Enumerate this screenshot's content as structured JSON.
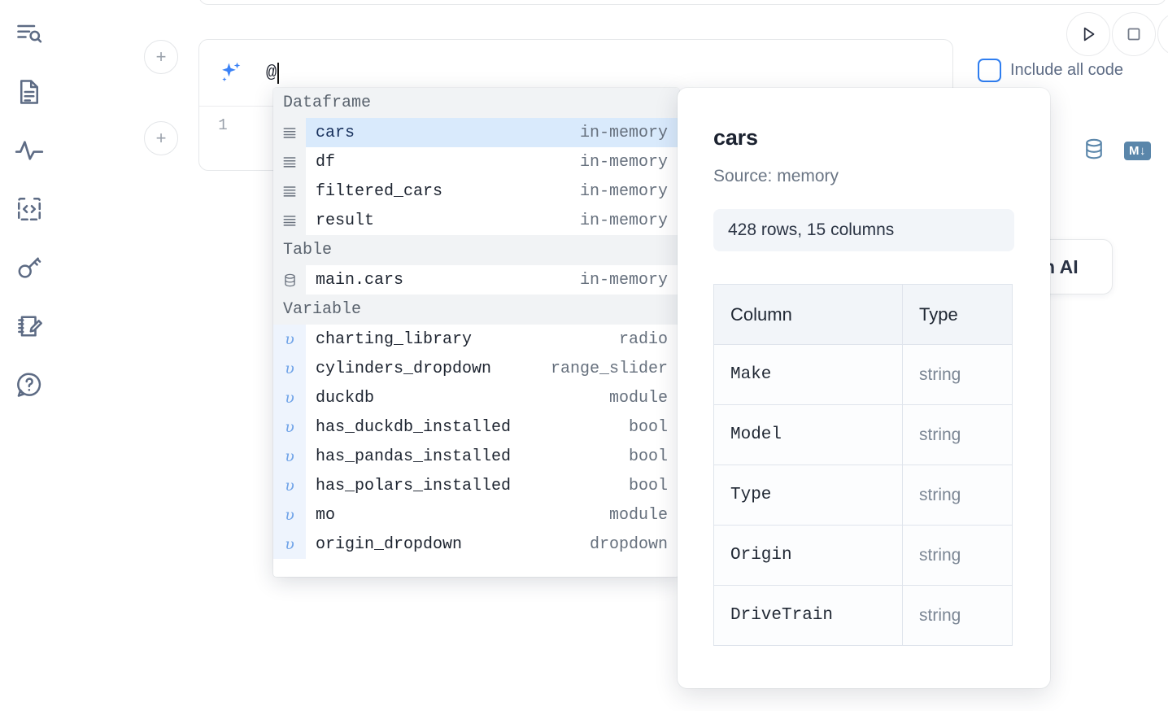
{
  "sidebar": {
    "items": [
      {
        "name": "outline-search-icon",
        "label": "Explore"
      },
      {
        "name": "file-text-icon",
        "label": "Notebook files"
      },
      {
        "name": "activity-icon",
        "label": "Activity"
      },
      {
        "name": "code-brackets-icon",
        "label": "Snippets"
      },
      {
        "name": "key-icon",
        "label": "Secrets"
      },
      {
        "name": "notebook-pencil-icon",
        "label": "Scratchpad"
      },
      {
        "name": "help-chat-icon",
        "label": "Help"
      }
    ]
  },
  "cell": {
    "add_button_label": "+",
    "ai_input_value": "@",
    "line_number": "1",
    "run_label": "Run",
    "stop_label": "Stop",
    "include_all_code_label": "Include all code",
    "include_all_code_checked": false,
    "markdown_badge": "M",
    "generate_ai_label": "h AI"
  },
  "autocomplete": {
    "groups": [
      {
        "label": "Dataframe",
        "icon": "dataframe-icon",
        "items": [
          {
            "name": "cars",
            "type": "in-memory",
            "selected": true
          },
          {
            "name": "df",
            "type": "in-memory",
            "selected": false
          },
          {
            "name": "filtered_cars",
            "type": "in-memory",
            "selected": false
          },
          {
            "name": "result",
            "type": "in-memory",
            "selected": false
          }
        ]
      },
      {
        "label": "Table",
        "icon": "database-icon",
        "items": [
          {
            "name": "main.cars",
            "type": "in-memory",
            "selected": false
          }
        ]
      },
      {
        "label": "Variable",
        "icon": "variable-icon",
        "items": [
          {
            "name": "charting_library",
            "type": "radio",
            "selected": false
          },
          {
            "name": "cylinders_dropdown",
            "type": "range_slider",
            "selected": false
          },
          {
            "name": "duckdb",
            "type": "module",
            "selected": false
          },
          {
            "name": "has_duckdb_installed",
            "type": "bool",
            "selected": false
          },
          {
            "name": "has_pandas_installed",
            "type": "bool",
            "selected": false
          },
          {
            "name": "has_polars_installed",
            "type": "bool",
            "selected": false
          },
          {
            "name": "mo",
            "type": "module",
            "selected": false
          },
          {
            "name": "origin_dropdown",
            "type": "dropdown",
            "selected": false
          }
        ]
      }
    ]
  },
  "detail": {
    "title": "cars",
    "source": "Source: memory",
    "shape": "428 rows, 15 columns",
    "headers": [
      "Column",
      "Type"
    ],
    "rows": [
      {
        "column": "Make",
        "type": "string"
      },
      {
        "column": "Model",
        "type": "string"
      },
      {
        "column": "Type",
        "type": "string"
      },
      {
        "column": "Origin",
        "type": "string"
      },
      {
        "column": "DriveTrain",
        "type": "string"
      }
    ]
  },
  "colors": {
    "accent": "#3b82f6",
    "selected_row": "#d9eafc",
    "sidebar_icon": "#5d6b84",
    "badge": "#5a86aa"
  }
}
